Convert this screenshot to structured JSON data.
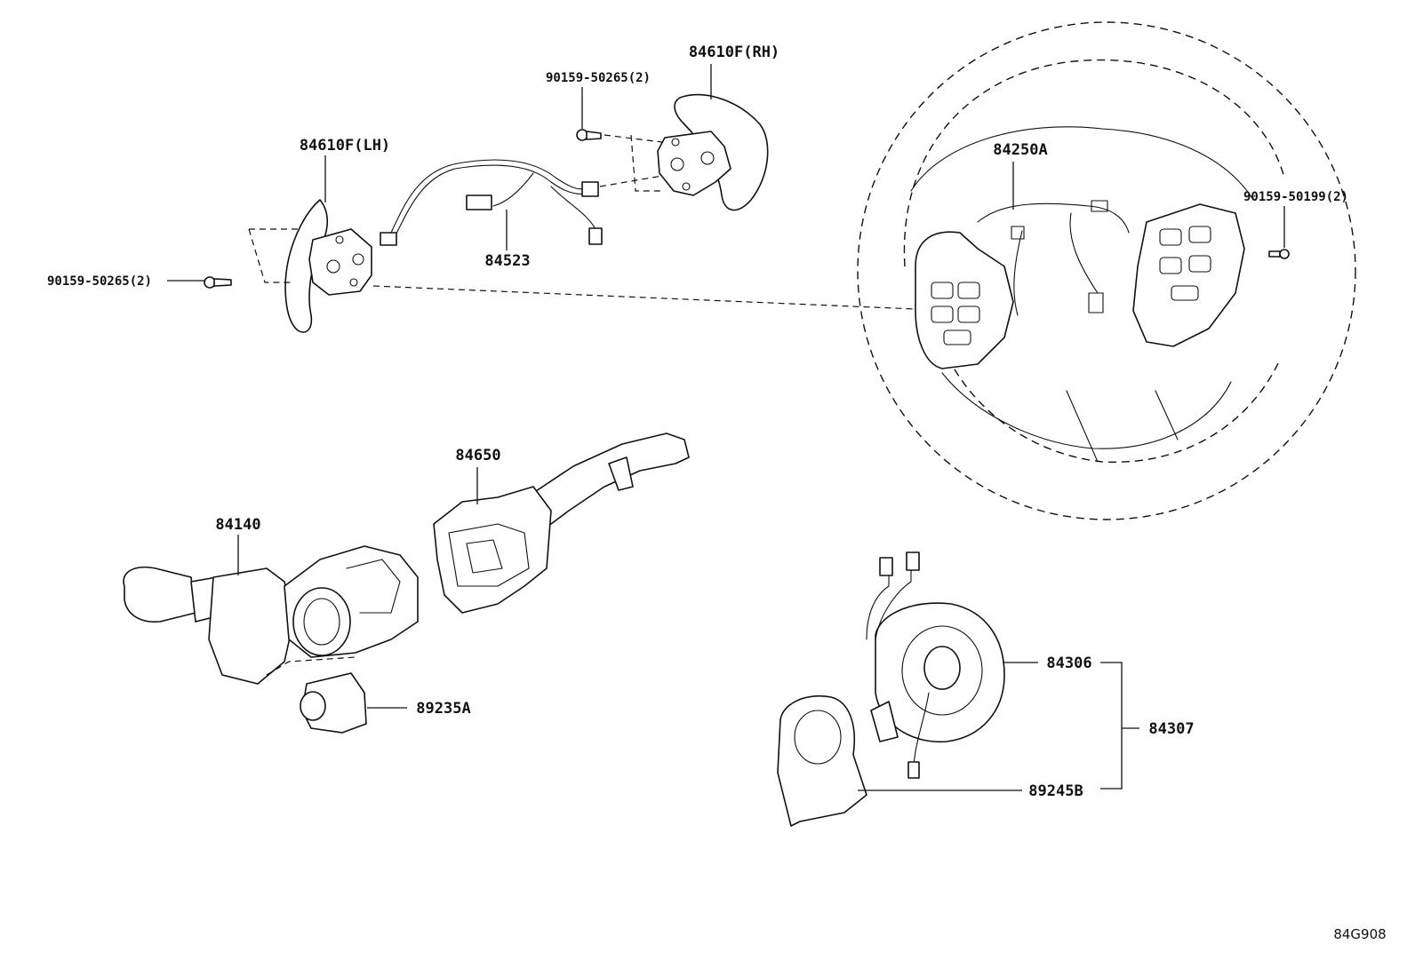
{
  "diagram": {
    "code": "84G908",
    "labels": {
      "p84610f_rh": "84610F(RH)",
      "p90159_50265_top": "90159-50265(2)",
      "p84610f_lh": "84610F(LH)",
      "p84250a": "84250A",
      "p90159_50199": "90159-50199(2)",
      "p90159_50265_left": "90159-50265(2)",
      "p84523": "84523",
      "p84650": "84650",
      "p84140": "84140",
      "p84306": "84306",
      "p84307": "84307",
      "p89235a": "89235A",
      "p89245b": "89245B"
    }
  }
}
